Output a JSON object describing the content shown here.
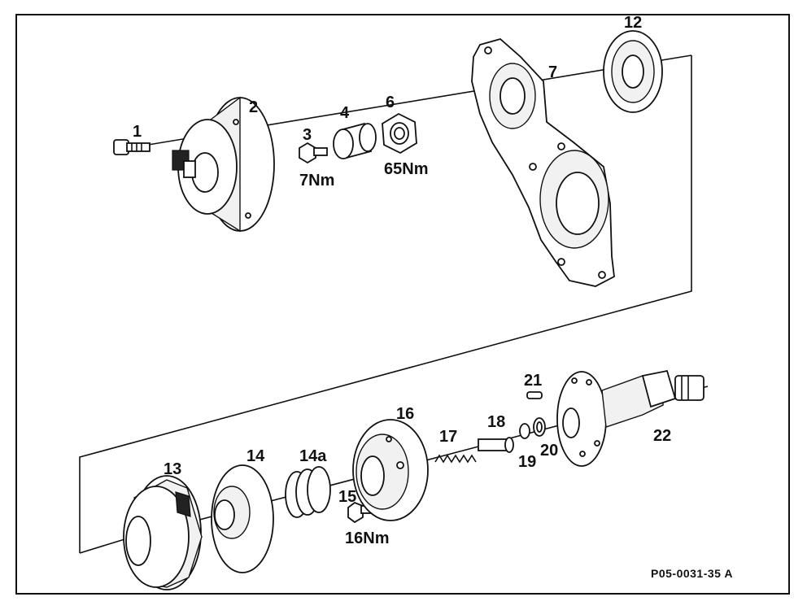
{
  "labels": {
    "p1": "1",
    "p2": "2",
    "p3": "3",
    "p4": "4",
    "p6": "6",
    "p7": "7",
    "p12": "12",
    "p13": "13",
    "p14": "14",
    "p14a": "14a",
    "p15": "15",
    "p16": "16",
    "p17": "17",
    "p18": "18",
    "p19": "19",
    "p20": "20",
    "p21": "21",
    "p22": "22"
  },
  "torques": {
    "t3": "7Nm",
    "t6": "65Nm",
    "t15": "16Nm"
  },
  "reference_code": "P05-0031-35 A"
}
